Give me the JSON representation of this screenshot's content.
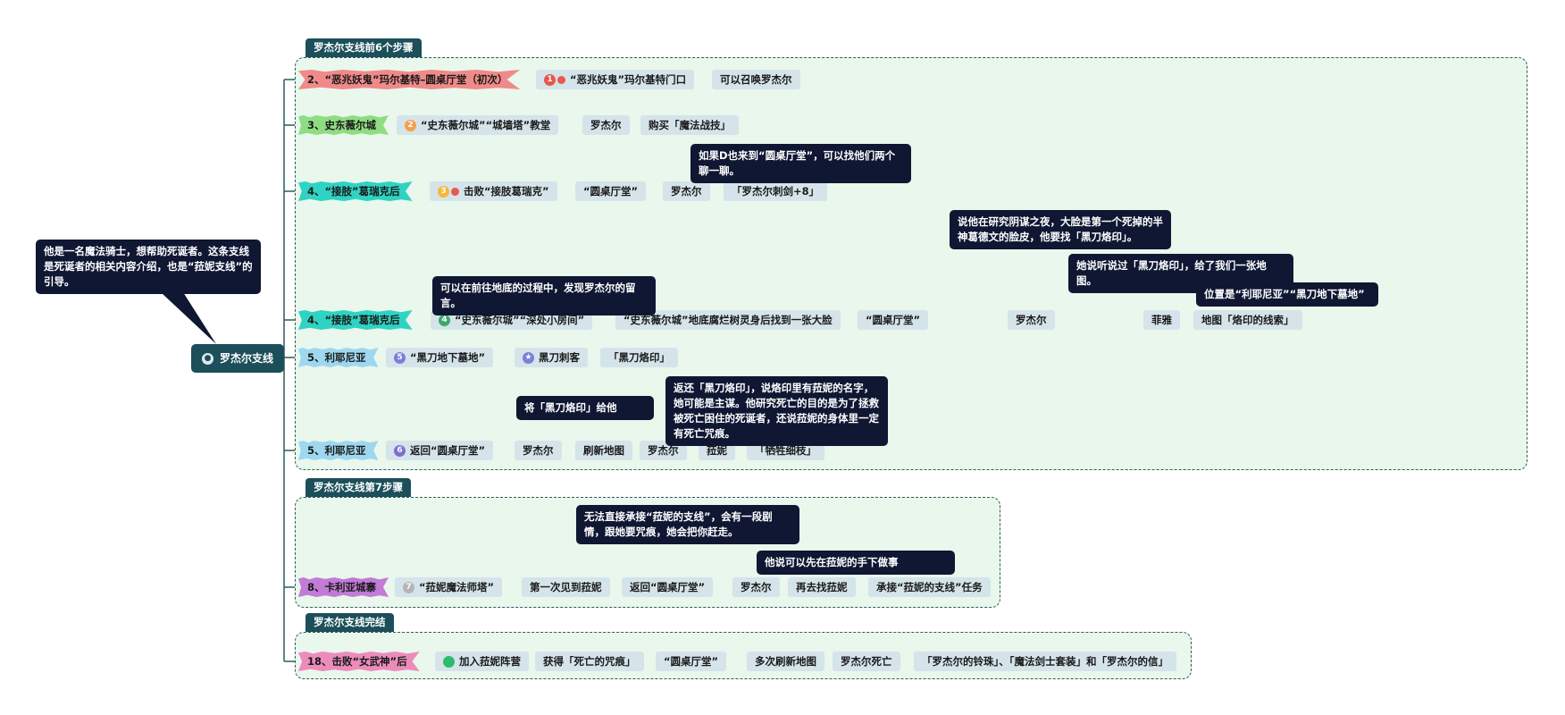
{
  "central": {
    "label": "罗杰尔支线",
    "icon": "person-icon"
  },
  "central_note": "他是一名魔法骑士，想帮助死诞者。这条支线是死诞者的相关内容介绍，也是“菈妮支线”的引导。",
  "groups": [
    {
      "label": "罗杰尔支线前6个步骤"
    },
    {
      "label": "罗杰尔支线第7步骤"
    },
    {
      "label": "罗杰尔支线完结"
    }
  ],
  "rows": [
    {
      "tag": "2、“恶兆妖鬼”玛尔基特–圆桌厅堂（初次）",
      "tag_color": "#f08a8a",
      "nodes": [
        "“恶兆妖鬼”玛尔基特门口",
        "可以召唤罗杰尔"
      ],
      "badge": "1",
      "badge_color": "#e8574a",
      "flag": true
    },
    {
      "tag": "3、史东薇尔城",
      "tag_color": "#8fdc82",
      "nodes": [
        "“史东薇尔城”“城墙塔”教堂",
        "罗杰尔",
        "购买「魔法战技」"
      ],
      "badge": "2",
      "badge_color": "#f5a04a"
    },
    {
      "tag": "4、“接肢”葛瑞克后",
      "tag_color": "#2fd3c3",
      "nodes": [
        "击败“接肢葛瑞克”",
        "“圆桌厅堂”",
        "罗杰尔",
        "「罗杰尔刺剑+8」"
      ],
      "badge": "3",
      "badge_color": "#f5b83a",
      "flag": true
    },
    {
      "tag": "4、“接肢”葛瑞克后",
      "tag_color": "#2fd3c3",
      "nodes": [
        "“史东薇尔城”“深处小房间”",
        "“史东薇尔城”地底腐烂树灵身后找到一张大脸",
        "“圆桌厅堂”",
        "罗杰尔",
        "菲雅",
        "地图「烙印的线索」"
      ],
      "badge": "4",
      "badge_color": "#3aa86a"
    },
    {
      "tag": "5、利耶尼亚",
      "tag_color": "#9ed8f0",
      "nodes": [
        "“黑刀地下墓地”",
        "黑刀刺客",
        "「黑刀烙印」"
      ],
      "badge": "5",
      "badge_color": "#7b7fd6",
      "badge2": "★"
    },
    {
      "tag": "5、利耶尼亚",
      "tag_color": "#9ed8f0",
      "nodes": [
        "返回“圆桌厅堂”",
        "罗杰尔",
        "刷新地图",
        "罗杰尔",
        "菈妮",
        "「牺牲细枝」"
      ],
      "badge": "6",
      "badge_color": "#7b6fd6"
    },
    {
      "tag": "8、卡利亚城寨",
      "tag_color": "#c27bd6",
      "nodes": [
        "“菈妮魔法师塔”",
        "第一次见到菈妮",
        "返回“圆桌厅堂”",
        "罗杰尔",
        "再去找菈妮",
        "承接“菈妮的支线”任务"
      ],
      "badge": "7",
      "badge_color": "#b5b5b5"
    },
    {
      "tag": "18、击败“女武神”后",
      "tag_color": "#ec8cbc",
      "nodes": [
        "加入菈妮阵营",
        "获得「死亡的咒痕」",
        "“圆桌厅堂”",
        "多次刷新地图",
        "罗杰尔死亡",
        "「罗杰尔的铃珠」、「魔法剑士套装」和「罗杰尔的信」"
      ],
      "badge": "",
      "badge_color": "#2dbb6a"
    }
  ],
  "callouts": [
    "如果D也来到“圆桌厅堂”，可以找他们两个聊一聊。",
    "说他在研究阴谋之夜，大脸是第一个死掉的半神葛德文的脸皮，他要找「黑刀烙印」。",
    "她说听说过「黑刀烙印」，给了我们一张地图。",
    "位置是“利耶尼亚”“黑刀地下墓地”",
    "可以在前往地底的过程中，发现罗杰尔的留言。",
    "返还「黑刀烙印」，说烙印里有菈妮的名字，她可能是主谋。他研究死亡的目的是为了拯救被死亡困住的死诞者，还说菈妮的身体里一定有死亡咒痕。",
    "将「黑刀烙印」给他",
    "无法直接承接“菈妮的支线”，会有一段剧情，跟她要咒痕，她会把你赶走。",
    "他说可以先在菈妮的手下做事"
  ]
}
